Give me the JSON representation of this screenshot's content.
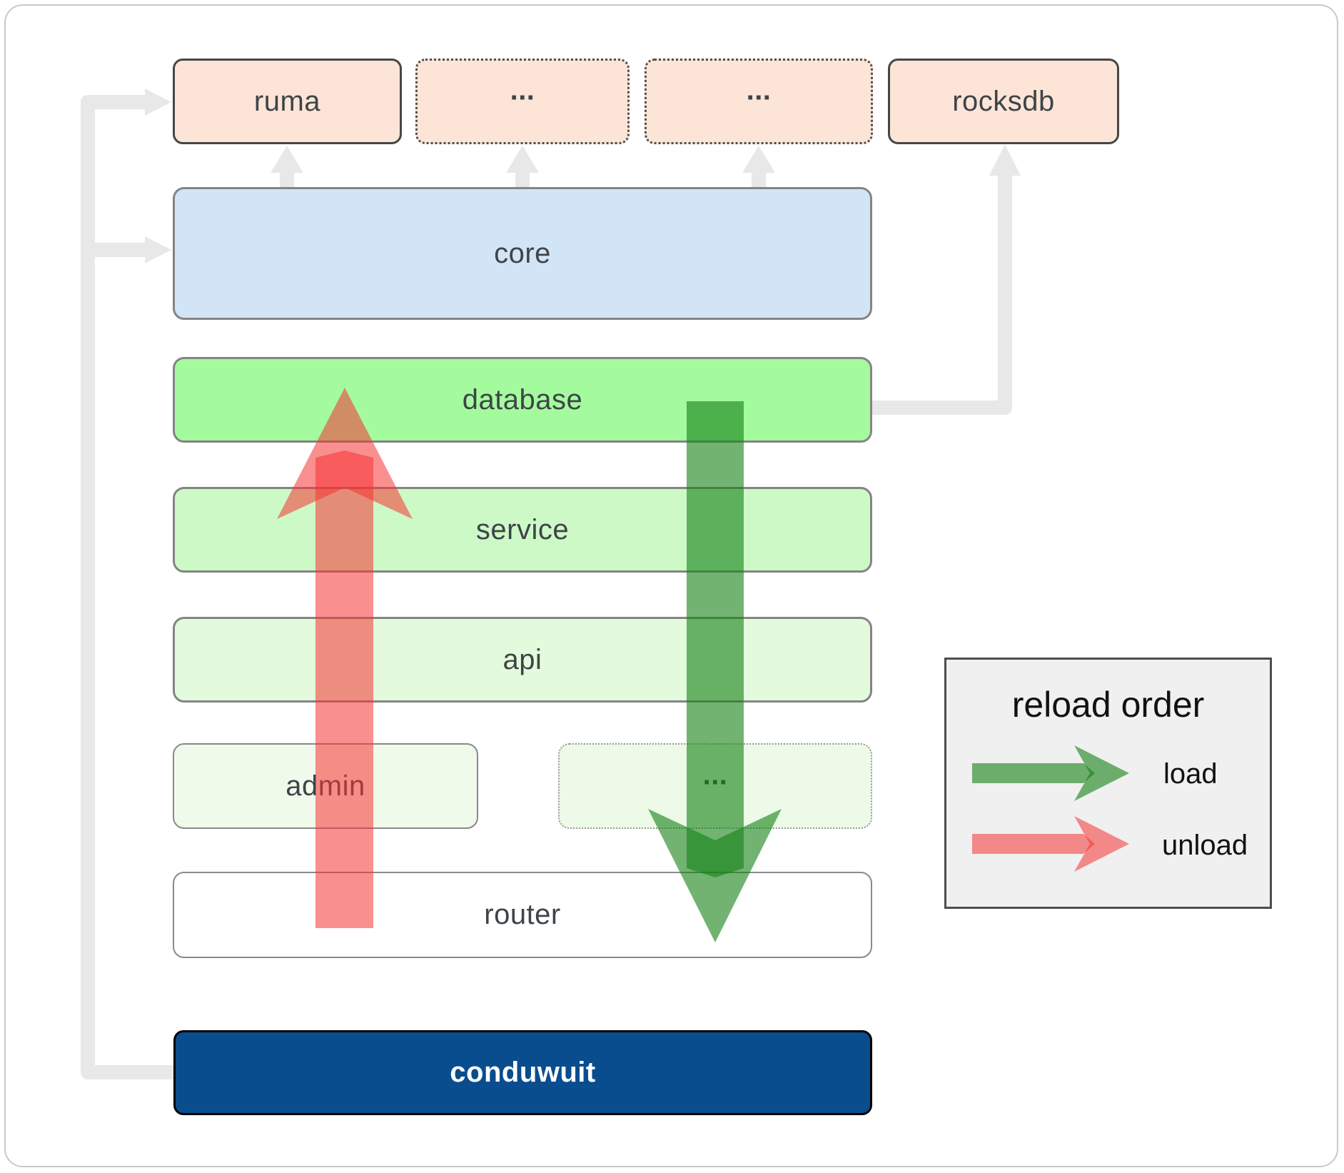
{
  "diagram": {
    "top_row": {
      "ruma": "ruma",
      "dots1": "...",
      "dots2": "...",
      "rocksdb": "rocksdb"
    },
    "layers": {
      "core": "core",
      "database": "database",
      "service": "service",
      "api": "api",
      "admin": "admin",
      "dots3": "...",
      "router": "router",
      "conduwuit": "conduwuit"
    }
  },
  "legend": {
    "title": "reload order",
    "load_label": "load",
    "unload_label": "unload"
  },
  "colors": {
    "load_arrow": "rgba(20,128,20,0.60)",
    "unload_arrow": "rgba(246,51,51,0.55)",
    "connector_gray": "#e8e8e8",
    "peach_box": "#fce5d6",
    "core_blue": "#d2e5f7",
    "database_green": "#a3fb9d",
    "conduwuit_blue": "#0a4d8f",
    "legend_bg": "#f0f0f0"
  }
}
